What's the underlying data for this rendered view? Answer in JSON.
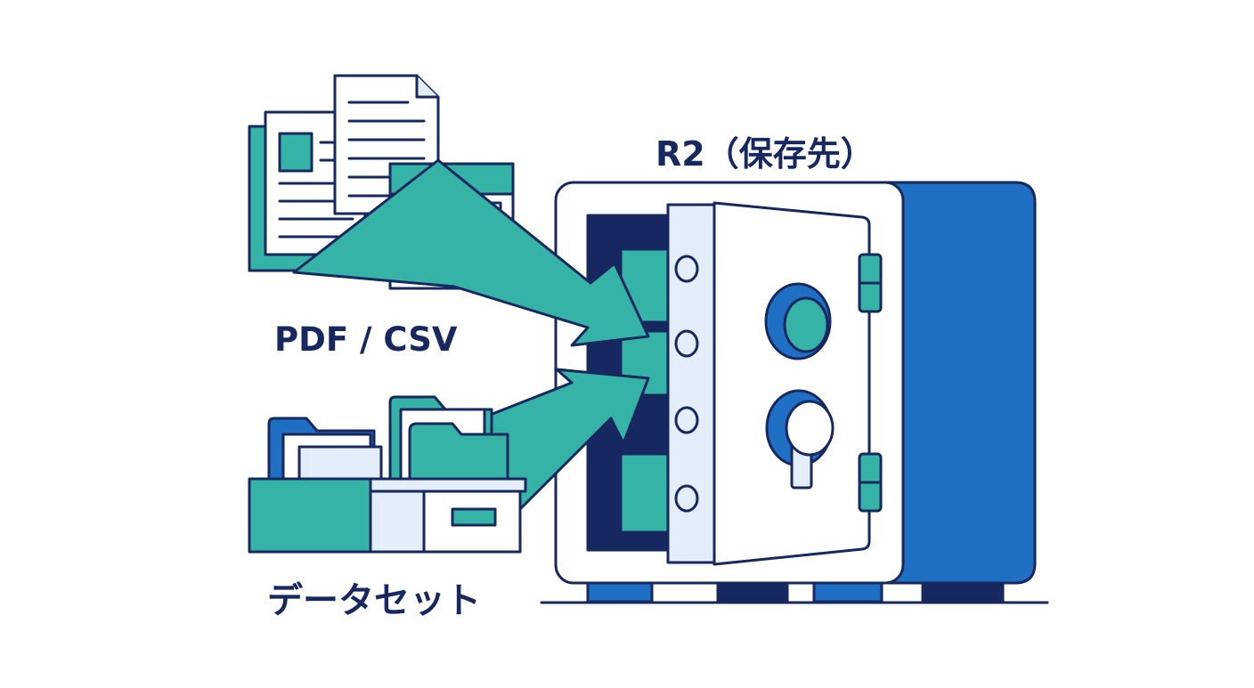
{
  "labels": {
    "storage": "R2（保存先）",
    "files": "PDF / CSV",
    "dataset": "データセット"
  },
  "colors": {
    "outline": "#16285f",
    "teal": "#35b3a6",
    "blue": "#1f6fc5",
    "navy": "#16285f",
    "paper": "#ffffff",
    "pale": "#e3eefa"
  },
  "icons": [
    "document-icon",
    "spreadsheet-icon",
    "folder-box-icon",
    "safe-icon",
    "arrow-icon"
  ]
}
